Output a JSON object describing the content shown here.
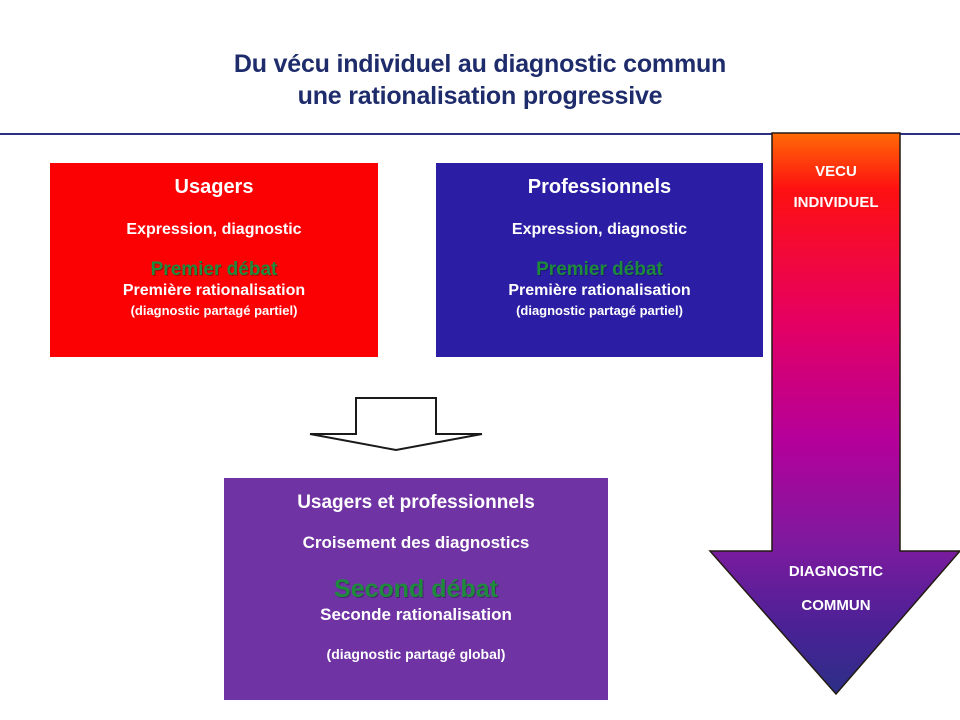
{
  "slide": {
    "title_line_1": "Du vécu individuel au diagnostic commun",
    "title_line_2": "une rationalisation progressive",
    "title_color": "#1F2C6B",
    "divider_color": "#2B2F86",
    "background": "#FFFFFF"
  },
  "panels": {
    "usagers": {
      "heading": "Usagers",
      "subtitle": "Expression, diagnostic",
      "debat": "Premier débat",
      "rationalisation": "Première rationalisation",
      "note": "(diagnostic partagé partiel)",
      "background": "#FB0104",
      "text_color": "#FFFFFF",
      "debat_color": "#1E8A3C"
    },
    "professionnels": {
      "heading": "Professionnels",
      "subtitle": "Expression, diagnostic",
      "debat": "Premier débat",
      "rationalisation": "Première rationalisation",
      "note": "(diagnostic partagé partiel)",
      "background": "#2B1EA4",
      "text_color": "#FFFFFF",
      "debat_color": "#1E8A3C"
    },
    "commun": {
      "heading": "Usagers et professionnels",
      "subtitle": "Croisement des diagnostics",
      "debat": "Second débat",
      "rationalisation": "Seconde rationalisation",
      "note": "(diagnostic partagé global)",
      "background": "#6F33A4",
      "text_color": "#FFFFFF",
      "debat_color": "#1E8A3C"
    }
  },
  "connector_arrow": {
    "icon": "down-arrow-outline-icon",
    "direction": "down",
    "fill": "#FFFFFF",
    "stroke": "#1A1A1A"
  },
  "big_arrow": {
    "icon": "down-arrow-icon",
    "direction": "down",
    "top_label_line_1": "VECU",
    "top_label_line_2": "INDIVIDUEL",
    "bottom_label_line_1": "DIAGNOSTIC",
    "bottom_label_line_2": "COMMUN",
    "label_color": "#FFFFFF",
    "gradient_stops": [
      "#FF6A06",
      "#FE1111",
      "#E60060",
      "#B4009B",
      "#7B1B9E",
      "#4B2196",
      "#2B2F86"
    ]
  }
}
